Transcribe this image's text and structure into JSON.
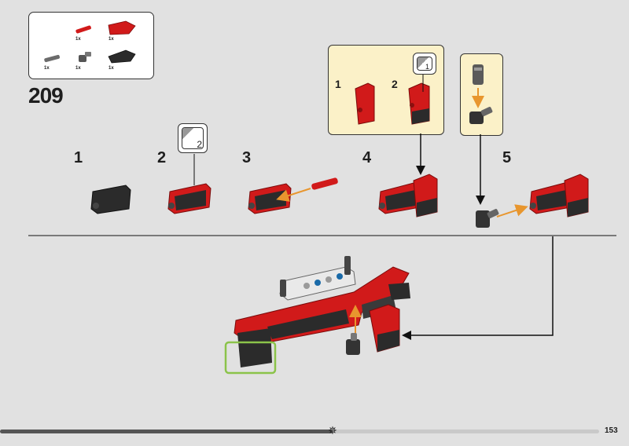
{
  "parts_list": {
    "items": [
      {
        "qty": "1x",
        "name": "red-axle-pin-icon"
      },
      {
        "qty": "1x",
        "name": "red-panel-icon"
      },
      {
        "qty": "1x",
        "name": "gray-pin-icon"
      },
      {
        "qty": "1x",
        "name": "gray-connector-icon"
      },
      {
        "qty": "1x",
        "name": "black-panel-icon"
      }
    ]
  },
  "step_number": "209",
  "sub_steps": [
    "1",
    "2",
    "3",
    "4",
    "5"
  ],
  "callout_a": {
    "steps": [
      "1",
      "2"
    ],
    "flip_label": "1"
  },
  "flip_badge_label": "2",
  "colors": {
    "background": "#e1e1e1",
    "callout": "#fbf1c8",
    "brick_red": "#d11a1a",
    "brick_dark": "#3a3a3a",
    "highlight_green": "#8bc34a",
    "arrow_orange": "#e8962e"
  },
  "progress": {
    "fraction": 0.555
  },
  "page_number": "153"
}
